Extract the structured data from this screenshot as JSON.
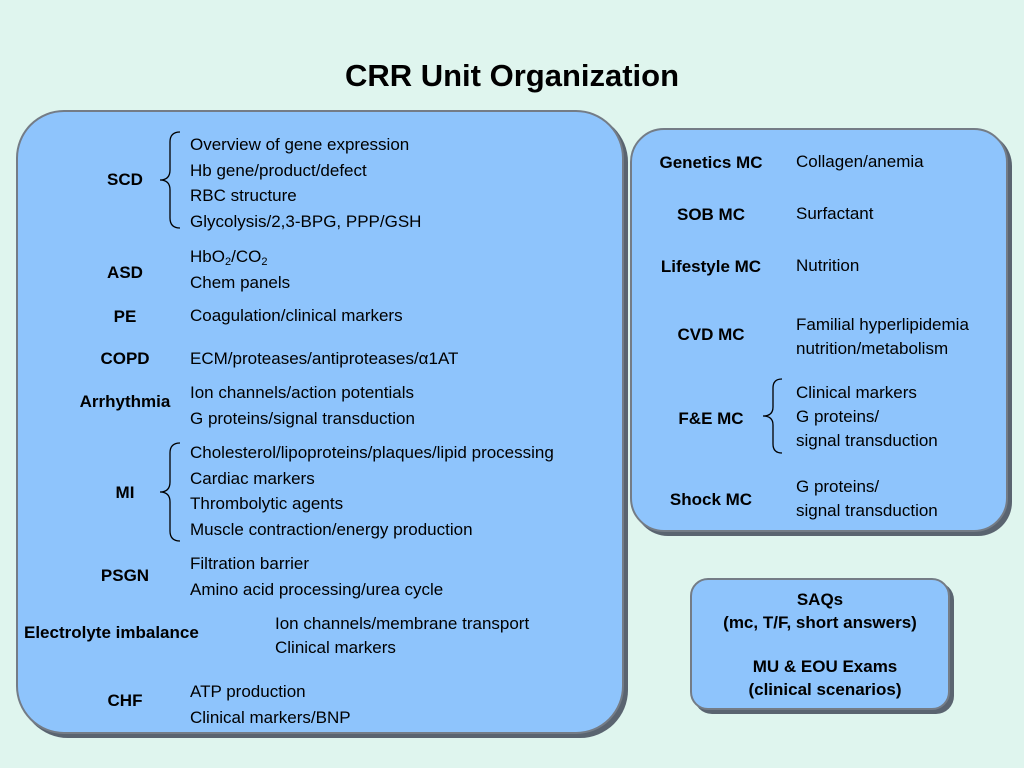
{
  "title": "CRR Unit Organization",
  "units": [
    {
      "label": "SCD",
      "topics": [
        "Overview of gene expression",
        "Hb gene/product/defect",
        "RBC structure",
        "Glycolysis/2,3-BPG, PPP/GSH"
      ]
    },
    {
      "label": "ASD",
      "topics": [
        "HbO",
        "2",
        "/CO",
        "2",
        "Chem panels"
      ]
    },
    {
      "label": "PE",
      "topics": [
        "Coagulation/clinical markers"
      ]
    },
    {
      "label": "COPD",
      "topics": [
        "ECM/proteases/antiproteases/α1AT"
      ]
    },
    {
      "label": "Arrhythmia",
      "topics": [
        "Ion channels/action potentials",
        "G proteins/signal transduction"
      ]
    },
    {
      "label": "MI",
      "topics": [
        "Cholesterol/lipoproteins/plaques/lipid processing",
        "Cardiac markers",
        "Thrombolytic agents",
        "Muscle contraction/energy production"
      ]
    },
    {
      "label": "PSGN",
      "topics": [
        "Filtration barrier",
        "Amino acid processing/urea cycle"
      ]
    },
    {
      "label": "Electrolyte imbalance",
      "topics": [
        "Ion channels/membrane transport",
        "Clinical markers"
      ]
    },
    {
      "label": "CHF",
      "topics": [
        "ATP production",
        "Clinical markers/BNP"
      ]
    }
  ],
  "mcs": [
    {
      "label": "Genetics MC",
      "topics": [
        "Collagen/anemia"
      ]
    },
    {
      "label": "SOB MC",
      "topics": [
        "Surfactant"
      ]
    },
    {
      "label": "Lifestyle MC",
      "topics": [
        "Nutrition"
      ]
    },
    {
      "label": "CVD MC",
      "topics": [
        "Familial hyperlipidemia",
        "nutrition/metabolism"
      ]
    },
    {
      "label": "F&E MC",
      "topics": [
        "Clinical markers",
        "G proteins/",
        "signal transduction"
      ]
    },
    {
      "label": "Shock MC",
      "topics": [
        "G proteins/",
        "signal transduction"
      ]
    }
  ],
  "exams": {
    "line1": "SAQs",
    "line2": "(mc, T/F, short answers)",
    "line3": "MU & EOU Exams",
    "line4": "(clinical scenarios)"
  }
}
